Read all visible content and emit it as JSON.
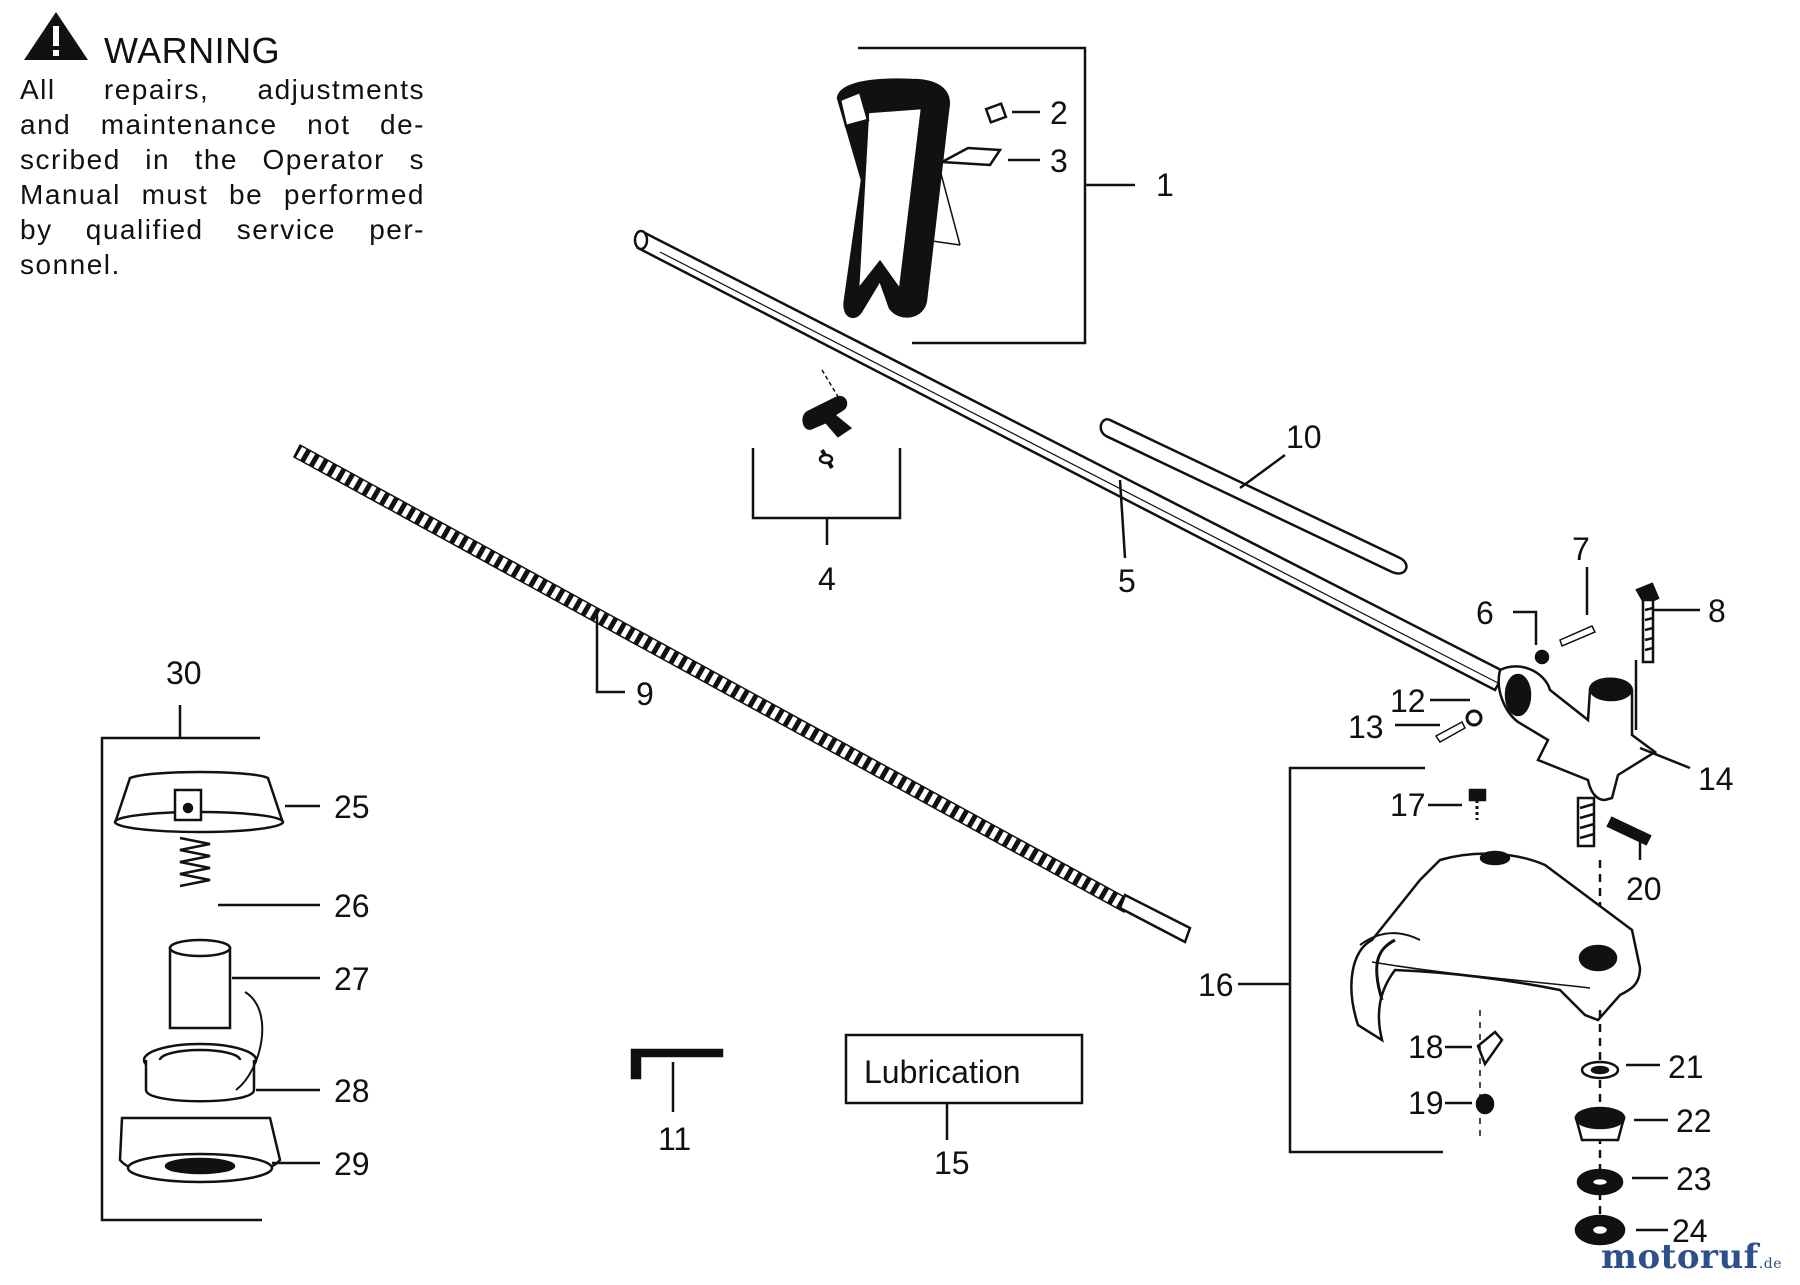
{
  "warning": {
    "title": "WARNING",
    "lines": [
      "All repairs, adjustments",
      "and maintenance not de-",
      "scribed in the Operator s",
      "Manual must be performed",
      "by qualified service per-",
      "sonnel."
    ]
  },
  "callouts": {
    "c1": "1",
    "c2": "2",
    "c3": "3",
    "c4": "4",
    "c5": "5",
    "c6": "6",
    "c7": "7",
    "c8": "8",
    "c9": "9",
    "c10": "10",
    "c11": "11",
    "c12": "12",
    "c13": "13",
    "c14": "14",
    "c15": "15",
    "c16": "16",
    "c17": "17",
    "c18": "18",
    "c19": "19",
    "c20": "20",
    "c21": "21",
    "c22": "22",
    "c23": "23",
    "c24": "24",
    "c25": "25",
    "c26": "26",
    "c27": "27",
    "c28": "28",
    "c29": "29",
    "c30": "30"
  },
  "lubrication": {
    "label": "Lubrication"
  },
  "watermark": {
    "brand": "motoruf",
    "tld": ".de"
  }
}
